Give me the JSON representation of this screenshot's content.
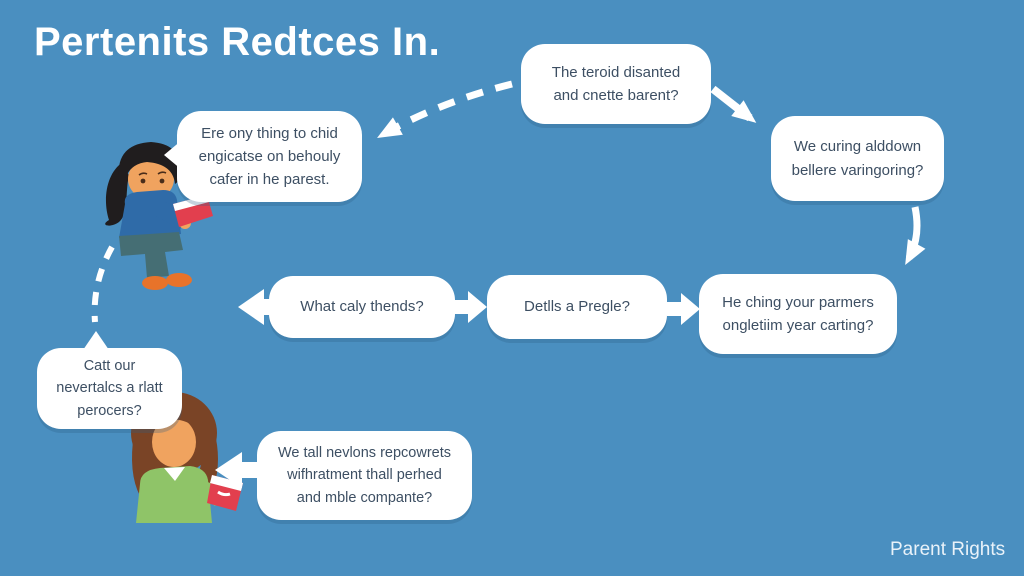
{
  "title": "Pertenits Redtces In.",
  "footer": "Parent Rights",
  "colors": {
    "background": "#4a8fc0",
    "bubble_bg": "#ffffff",
    "bubble_text": "#3d4f63",
    "title_text": "#ffffff",
    "arrow": "#ffffff",
    "book_red": "#e23f4e",
    "skin": "#f0a35f",
    "sweater_blue": "#2f6ba8",
    "pants_teal": "#456e74",
    "hair_black": "#201d1e",
    "hair_brown": "#7a4426",
    "shirt_green": "#8fc468",
    "feet_orange": "#e8732a"
  },
  "bubbles": {
    "top_center": {
      "lines": [
        "The teroid disanted",
        "and cnette barent?"
      ]
    },
    "top_right": {
      "lines": [
        "We curing alddown",
        "bellere varingoring?"
      ]
    },
    "left": {
      "lines": [
        "Ere ony thing to chid",
        "engicatse on behouly",
        "cafer in he parest."
      ]
    },
    "mid_left": {
      "lines": [
        "What caly thends?"
      ]
    },
    "mid_center": {
      "lines": [
        "Detlls a Pregle?"
      ]
    },
    "mid_right": {
      "lines": [
        "He ching your parmers",
        "ongletiim year carting?"
      ]
    },
    "bottom_left": {
      "lines": [
        "Catt our",
        "nevertalcs a rlatt",
        "perocers?"
      ]
    },
    "bottom_center": {
      "lines": [
        "We tall nevlons repcowrets",
        "wifhratment thall perhed",
        "and mble compante?"
      ]
    }
  },
  "illustrations": {
    "child_reading": "child-sitting-reading-red-book",
    "girl_reading": "girl-holding-red-book"
  }
}
